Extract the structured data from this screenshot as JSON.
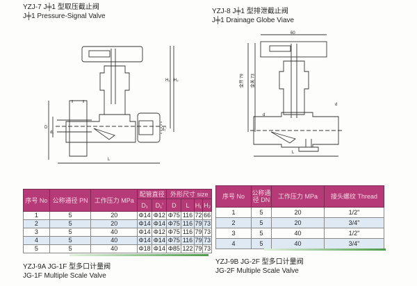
{
  "sections": {
    "yzj7": {
      "title_cn": "YZJ-7 J╪1 型取压截止阀",
      "title_en": "J╪1 Pressure-Signal Valve"
    },
    "yzj8": {
      "title_cn": "YZJ-8 J╪1 型排泄截止阀",
      "title_en": "J╪1 Drainage Globe Viave"
    },
    "yzj9a": {
      "title_cn": "YZJ-9A JG-1F 型多口计量阀",
      "title_en": "JG-1F Multiple Scale Valve"
    },
    "yzj9b": {
      "title_cn": "YZJ-9B JG-2F 型多口计量阀",
      "title_en": "JG-2F Multiple Scale Valve"
    }
  },
  "drawing_left": {
    "labels": {
      "L": "L",
      "D": "D",
      "d1": "d₁",
      "d1p": "d₁'",
      "H1": "H₁",
      "H2": "H₂"
    }
  },
  "drawing_right": {
    "labels": {
      "w": "60",
      "open": "全开 79",
      "closed": "全关 73",
      "d": "d",
      "d2": "d",
      "L": "L"
    }
  },
  "table_left": {
    "headers": {
      "no": "序号 No",
      "pn": "公称通径 PN",
      "mpa": "工作压力 MPa",
      "pipe": "配管直径",
      "size": "外形尺寸 size",
      "d1": "D₁",
      "d1p": "D₁'",
      "D": "D",
      "L": "L",
      "H1": "H₁",
      "H2": "H₂"
    },
    "rows": [
      [
        "1",
        "5",
        "20",
        "Φ14",
        "Φ12",
        "Φ75",
        "116",
        "72",
        "66"
      ],
      [
        "2",
        "5",
        "20",
        "Φ14",
        "Φ14",
        "Φ75",
        "116",
        "79",
        "73"
      ],
      [
        "3",
        "5",
        "40",
        "Φ14",
        "Φ12",
        "Φ75",
        "116",
        "79",
        "73"
      ],
      [
        "4",
        "5",
        "40",
        "Φ14",
        "Φ14",
        "Φ75",
        "116",
        "79",
        "73"
      ],
      [
        "5",
        "5",
        "40",
        "Φ18",
        "Φ14",
        "Φ85",
        "122",
        "79",
        "73"
      ]
    ]
  },
  "table_right": {
    "headers": {
      "no": "序号 No",
      "dn": "公称通径 DN",
      "mpa": "工作压力 MPa",
      "thread": "接头螺纹 Thread"
    },
    "rows": [
      [
        "1",
        "5",
        "20",
        "1/2\""
      ],
      [
        "2",
        "5",
        "20",
        "3/4\""
      ],
      [
        "3",
        "5",
        "40",
        "1/2\""
      ],
      [
        "4",
        "5",
        "40",
        "3/4\""
      ]
    ]
  },
  "colors": {
    "header": "#b73a78",
    "alt_row": "#dfe9f4",
    "accent_line": "#4f9a4a"
  }
}
